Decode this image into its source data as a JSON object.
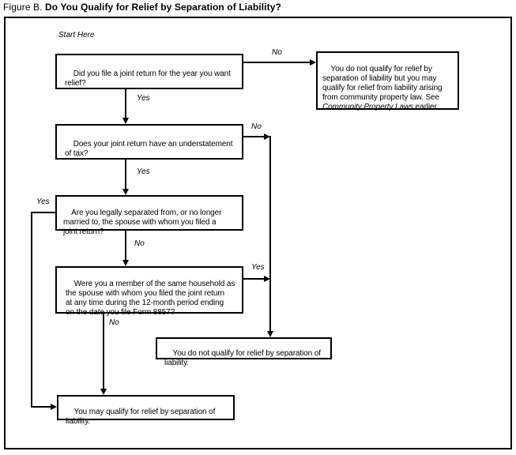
{
  "figure": {
    "label": "Figure B.",
    "title": "Do You Qualify for Relief by Separation of Liability?"
  },
  "flow": {
    "start": "Start Here",
    "q1": {
      "text": "Did you file a joint return for the year you want\nrelief?",
      "no": "No",
      "yes": "Yes"
    },
    "result_community": {
      "pre": "You do not qualify for relief by\nseparation of liability but you may\nqualify for relief from liability arising\nfrom community property law. See\n",
      "italic": "Community Property Laws",
      "post": " earlier."
    },
    "q2": {
      "text": "Does your joint return have an understatement\nof tax?",
      "no": "No",
      "yes": "Yes"
    },
    "q3": {
      "text": "Are you legally separated from, or no longer\nmarried to, the spouse with whom you filed a\njoint return?",
      "yes": "Yes",
      "no": "No"
    },
    "q4": {
      "text": "Were you a member of the same household as\nthe spouse with whom you filed the joint return\nat any time during the 12-month period ending\non the date you file Form 8857?",
      "yes": "Yes",
      "no": "No"
    },
    "result_not_qualify": "You do not qualify for relief by separation of\nliability.",
    "result_may_qualify": "You may qualify for relief by separation of\nliability."
  }
}
